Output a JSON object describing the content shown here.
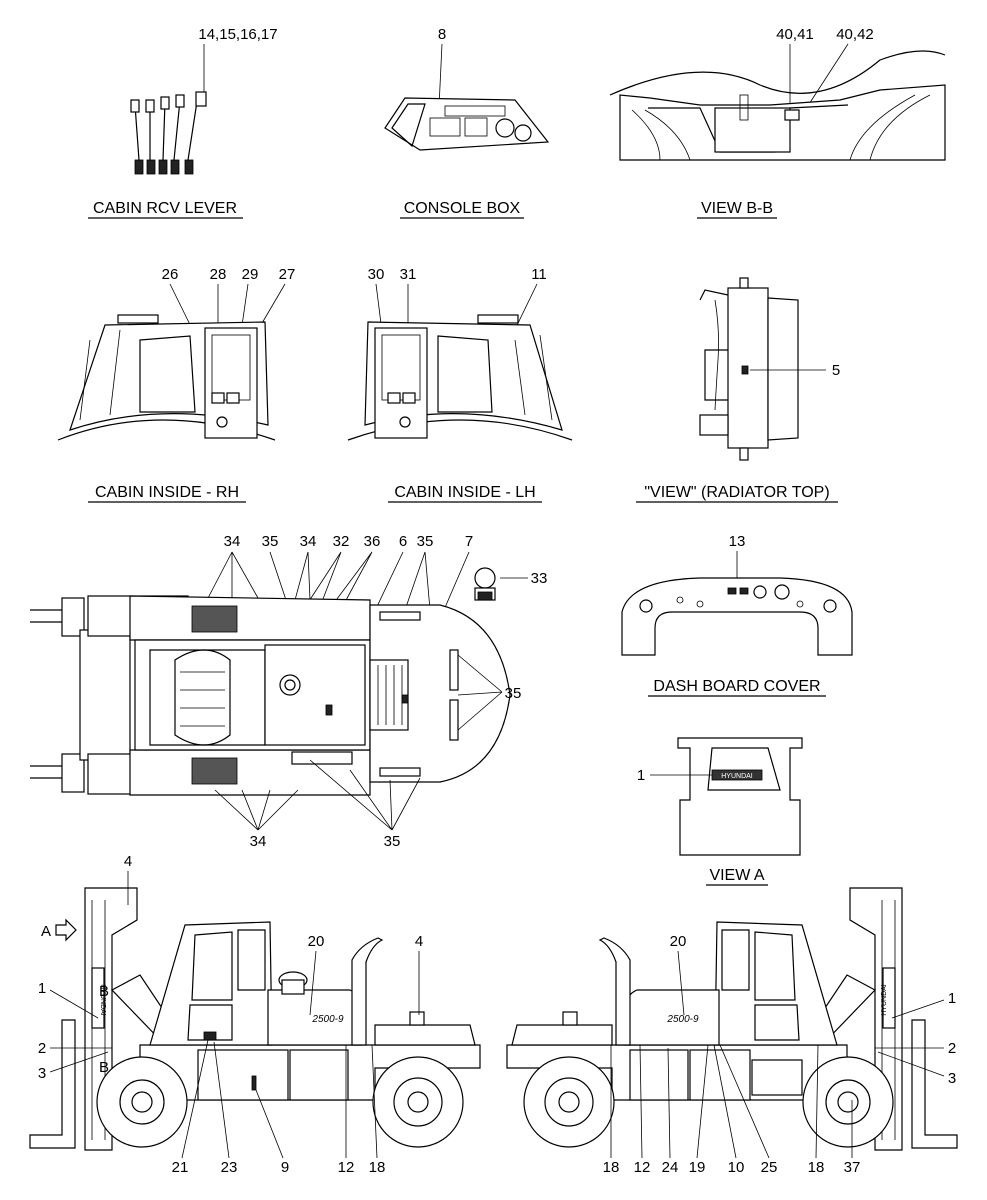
{
  "captions": {
    "cabin_rcv_lever": "CABIN RCV LEVER",
    "console_box": "CONSOLE BOX",
    "view_bb": "VIEW B-B",
    "cabin_inside_rh": "CABIN INSIDE - RH",
    "cabin_inside_lh": "CABIN INSIDE - LH",
    "radiator_top": "\"VIEW\" (RADIATOR TOP)",
    "dash_board_cover": "DASH BOARD COVER",
    "view_a": "VIEW A"
  },
  "callouts": {
    "rcv": "14,15,16,17",
    "console": "8",
    "bb_a": "40,41",
    "bb_b": "40,42",
    "rh_26": "26",
    "rh_28": "28",
    "rh_29": "29",
    "rh_27": "27",
    "lh_30": "30",
    "lh_31": "31",
    "lh_11": "11",
    "rad_5": "5",
    "top_34a": "34",
    "top_35a": "35",
    "top_34b": "34",
    "top_32": "32",
    "top_36": "36",
    "top_6": "6",
    "top_35b": "35",
    "top_7": "7",
    "top_33": "33",
    "top_35c": "35",
    "top_34c": "34",
    "top_35d": "35",
    "dash_13": "13",
    "va_1": "1",
    "left_4a": "4",
    "left_A": "A",
    "left_B1": "B",
    "left_B2": "B",
    "left_1": "1",
    "left_2": "2",
    "left_3": "3",
    "left_20": "20",
    "left_4b": "4",
    "left_21": "21",
    "left_23": "23",
    "left_9": "9",
    "left_12": "12",
    "left_18": "18",
    "right_20": "20",
    "right_1": "1",
    "right_2": "2",
    "right_3": "3",
    "right_18a": "18",
    "right_12": "12",
    "right_24": "24",
    "right_19": "19",
    "right_10": "10",
    "right_25": "25",
    "right_18b": "18",
    "right_37": "37"
  },
  "decals": {
    "model_left": "2500-9",
    "model_right": "2500-9",
    "brand": "HYUNDAI",
    "mast_left": "HYUNDAI",
    "mast_right": "HYUNDAI"
  }
}
